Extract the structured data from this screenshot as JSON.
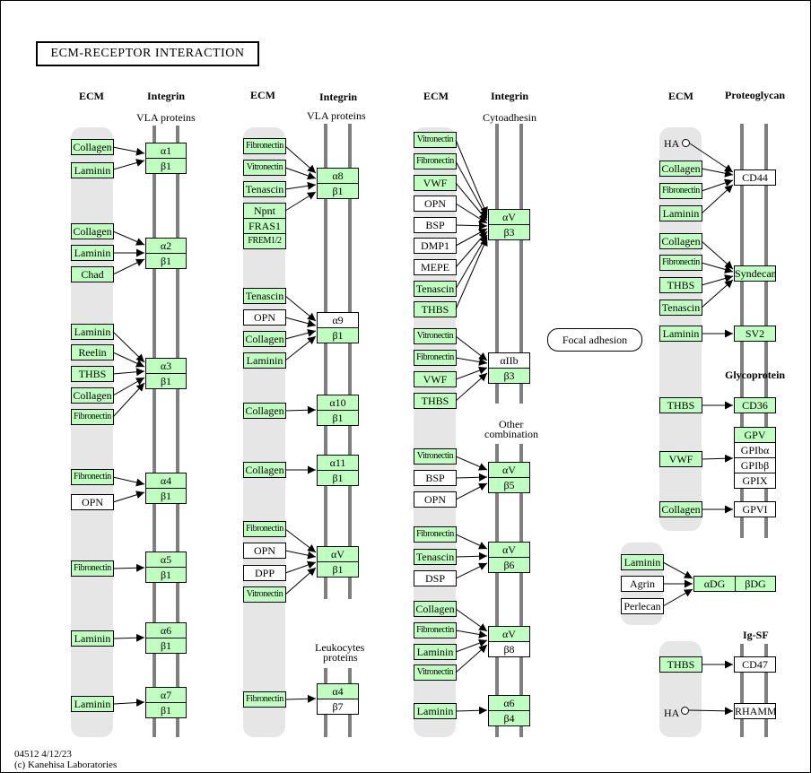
{
  "title": "ECM-RECEPTOR  INTERACTION",
  "headers": {
    "ecm": "ECM",
    "integrin": "Integrin",
    "proteoglycan": "Proteoglycan",
    "glycoprotein": "Glycoprotein",
    "igsf": "Ig-SF"
  },
  "captions": {
    "vla1": "VLA proteins",
    "vla2": "VLA proteins",
    "cyto": "Cytoadhesin",
    "other1": "Other",
    "other2": "combination",
    "leuko1": "Leukocytes",
    "leuko2": "proteins"
  },
  "focal_adhesion": "Focal adhesion",
  "ha_label": "HA",
  "footer": {
    "map_id": "04512 4/12/23",
    "copyright": "(c) Kanehisa Laboratories"
  },
  "colors": {
    "gene_fill": "#bfffbf",
    "band": "#e6e6e6",
    "rail": "#7f7f7f"
  },
  "nodes": {
    "c1_collagen1": "Collagen",
    "c1_laminin1": "Laminin",
    "c1_collagen2": "Collagen",
    "c1_laminin2": "Laminin",
    "c1_chad": "Chad",
    "c1_laminin3": "Laminin",
    "c1_reelin": "Reelin",
    "c1_thbs": "THBS",
    "c1_collagen3": "Collagen",
    "c1_fibronectin3": "Fibronectin",
    "c1_fibronectin4": "Fibronectin",
    "c1_opn4": "OPN",
    "c1_fibronectin5": "Fibronectin",
    "c1_laminin6": "Laminin",
    "c1_laminin7": "Laminin",
    "i_a1": "α1",
    "i_b1_1": "β1",
    "i_a2": "α2",
    "i_b1_2": "β1",
    "i_a3": "α3",
    "i_b1_3": "β1",
    "i_a4": "α4",
    "i_b1_4": "β1",
    "i_a5": "α5",
    "i_b1_5": "β1",
    "i_a6": "α6",
    "i_b1_6": "β1",
    "i_a7": "α7",
    "i_b1_7": "β1",
    "c2_fibronectin1": "Fibronectin",
    "c2_vitronectin1": "Vitronectin",
    "c2_tenascin1": "Tenascin",
    "c2_npnt": "Npnt",
    "c2_fras1": "FRAS1",
    "c2_frem12": "FREM1/2",
    "c2_tenascin2": "Tenascin",
    "c2_opn2": "OPN",
    "c2_collagen2": "Collagen",
    "c2_laminin2": "Laminin",
    "c2_collagen3": "Collagen",
    "c2_collagen4": "Collagen",
    "c2_fibronectin5": "Fibronectin",
    "c2_opn5": "OPN",
    "c2_dpp": "DPP",
    "c2_vitronectin5": "Vitronectin",
    "c2_fibronectin6": "Fibronectin",
    "i_a8": "α8",
    "i_b1_8": "β1",
    "i_a9": "α9",
    "i_b1_9": "β1",
    "i_a10": "α10",
    "i_b1_10": "β1",
    "i_a11": "α11",
    "i_b1_11": "β1",
    "i_av_c2": "αV",
    "i_b1_v": "β1",
    "i_a4_b7": "α4",
    "i_b7": "β7",
    "c3_vitronectin1": "Vitronectin",
    "c3_fibronectin1": "Fibronectin",
    "c3_vwf1": "VWF",
    "c3_opn1": "OPN",
    "c3_bsp1": "BSP",
    "c3_dmp1": "DMP1",
    "c3_mepe": "MEPE",
    "c3_tenascin1": "Tenascin",
    "c3_thbs1": "THBS",
    "c3_vitronectin2": "Vitronectin",
    "c3_fibronectin2": "Fibronectin",
    "c3_vwf2": "VWF",
    "c3_thbs2": "THBS",
    "c3_vitronectin3": "Vitronectin",
    "c3_bsp3": "BSP",
    "c3_opn3": "OPN",
    "c3_fibronectin4": "Fibronectin",
    "c3_tenascin4": "Tenascin",
    "c3_dsp": "DSP",
    "c3_collagen5": "Collagen",
    "c3_fibronectin5": "Fibronectin",
    "c3_laminin5": "Laminin",
    "c3_vitronectin5": "Vitronectin",
    "c3_laminin6": "Laminin",
    "i_av3": "αV",
    "i_b3": "β3",
    "i_a2b": "αIIb",
    "i_b3b": "β3",
    "i_av5": "αV",
    "i_b5": "β5",
    "i_av6": "αV",
    "i_b6": "β6",
    "i_av8": "αV",
    "i_b8": "β8",
    "i_a6b4": "α6",
    "i_b4": "β4",
    "c4_collagen1": "Collagen",
    "c4_fibronectin1": "Fibronectin",
    "c4_laminin1": "Laminin",
    "c4_collagen2": "Collagen",
    "c4_fibronectin2": "Fibronectin",
    "c4_thbs2": "THBS",
    "c4_tenascin2": "Tenascin",
    "c4_laminin3": "Laminin",
    "c4_thbs4": "THBS",
    "c4_vwf": "VWF",
    "c4_collagen6": "Collagen",
    "c4_laminin7": "Laminin",
    "c4_agrin": "Agrin",
    "c4_perlecan": "Perlecan",
    "c4_thbs8": "THBS",
    "p_cd44": "CD44",
    "p_syndecan": "Syndecan",
    "p_sv2": "SV2",
    "p_cd36": "CD36",
    "p_gpv": "GPV",
    "p_gpiba": "GPIbα",
    "p_gpibb": "GPIbβ",
    "p_gpix": "GPIX",
    "p_gpvi": "GPVI",
    "p_adg": "αDG",
    "p_bdg": "βDG",
    "p_cd47": "CD47",
    "p_rhamm": "RHAMM"
  }
}
